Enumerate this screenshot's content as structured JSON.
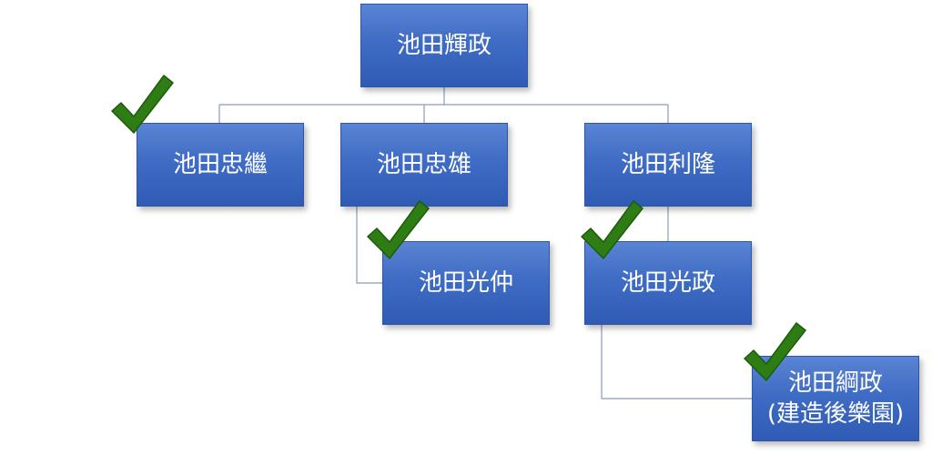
{
  "diagram": {
    "nodes": {
      "root": "池田輝政",
      "tadatsugu": "池田忠繼",
      "tadakatsu": "池田忠雄",
      "toshitaka": "池田利隆",
      "mitsunaka": "池田光仲",
      "mitsumasa": "池田光政",
      "tsunamasa": {
        "line1": "池田綱政",
        "line2": "(建造後樂園)"
      }
    },
    "colors": {
      "node_fill": "#4472c4",
      "node_border": "#2e56a8",
      "connector": "#8a9bbf",
      "check_mark": "#2e7d14"
    },
    "icons": [
      "check-icon"
    ]
  }
}
